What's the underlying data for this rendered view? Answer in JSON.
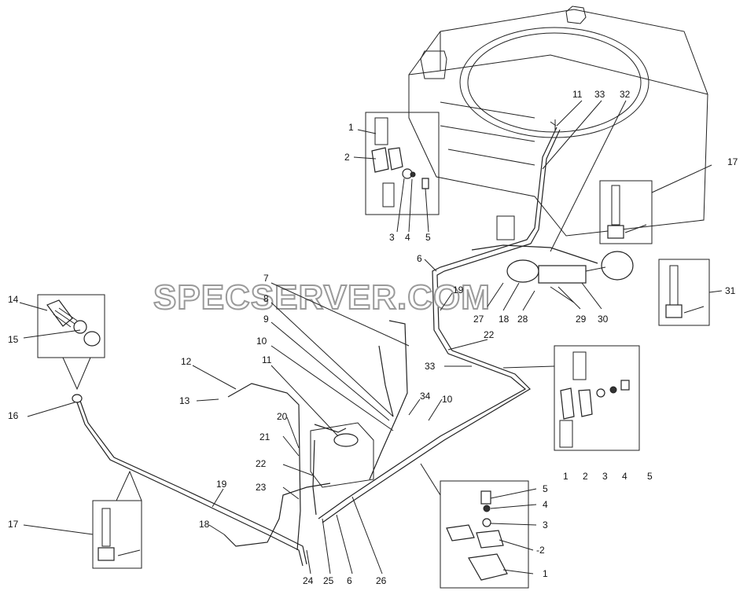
{
  "watermark": "SPECSERVER.COM",
  "callouts": {
    "tr_11": "11",
    "tr_33": "33",
    "tr_32": "32",
    "tr_17": "17",
    "tr_31": "31",
    "ul_1": "1",
    "ul_2": "2",
    "ul_3": "3",
    "ul_4": "4",
    "ul_5": "5",
    "c_6": "6",
    "c_7": "7",
    "c_8": "8",
    "c_9": "9",
    "c_10a": "10",
    "c_11": "11",
    "c_19": "19",
    "c_27": "27",
    "c_18": "18",
    "c_28": "28",
    "c_29": "29",
    "c_30": "30",
    "c_22": "22",
    "c_33": "33",
    "c_34": "34",
    "c_10b": "10",
    "r_1": "1",
    "r_2": "2",
    "r_3": "3",
    "r_4": "4",
    "r_5": "5",
    "l_14": "14",
    "l_15": "15",
    "l_16": "16",
    "l_12": "12",
    "l_13": "13",
    "l_20": "20",
    "l_21": "21",
    "l_22": "22",
    "l_23": "23",
    "l_19": "19",
    "l_17": "17",
    "l_18": "18",
    "b_24": "24",
    "b_25": "25",
    "b_6": "6",
    "b_26": "26",
    "br_5": "5",
    "br_4": "4",
    "br_3": "3",
    "br_2": "-2",
    "br_1": "1"
  }
}
